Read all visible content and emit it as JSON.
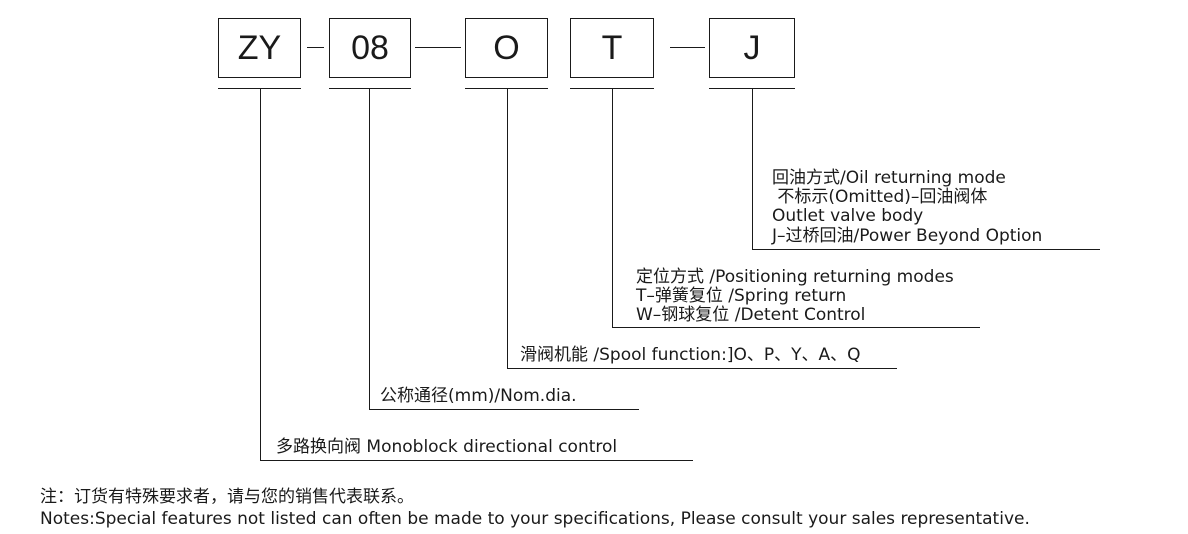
{
  "codes": [
    "ZY",
    "08",
    "O",
    "T",
    "J"
  ],
  "separator": "-",
  "labels": {
    "oil_return": [
      "回油方式/Oil returning mode",
      " 不标示(Omitted)–回油阀体",
      "Outlet valve body",
      "J–过桥回油/Power Beyond Option"
    ],
    "positioning": [
      "定位方式 /Positioning returning modes",
      "T–弹簧复位 /Spring return",
      "W–钢球复位 /Detent Control"
    ],
    "spool": "滑阀机能 /Spool function:]O、P、Y、A、Q",
    "nominal": "公称通径(mm)/Nom.dia.",
    "type": "多路换向阀 Monoblock directional control"
  },
  "notes": {
    "cn": "注：订货有特殊要求者，请与您的销售代表联系。",
    "en": "Notes:Special features not listed can often be made to your specifications, Please consult your sales representative."
  }
}
